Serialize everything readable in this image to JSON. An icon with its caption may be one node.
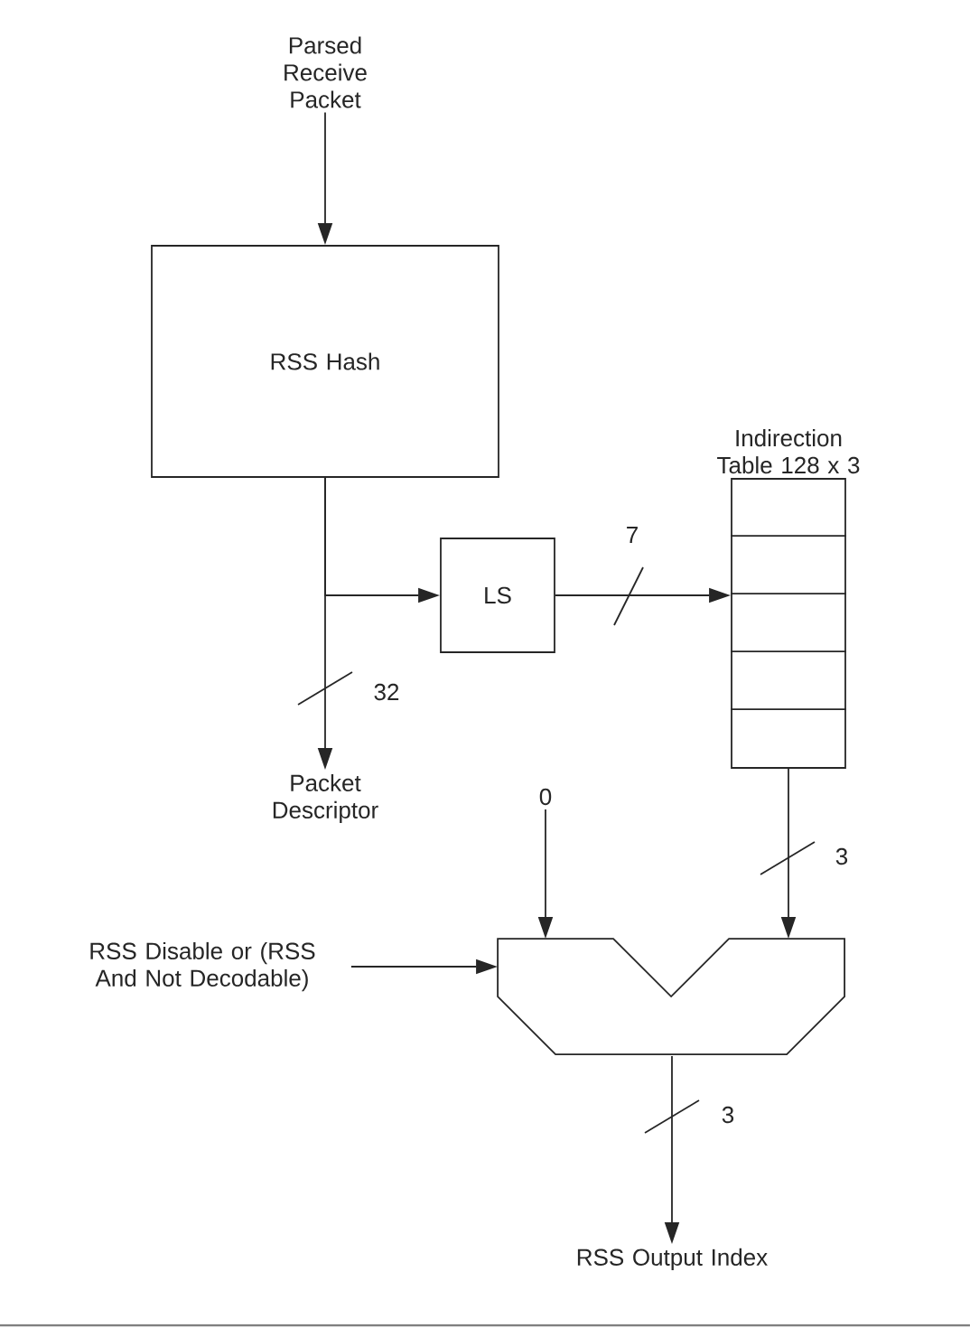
{
  "diagram": {
    "nodes": [
      {
        "text": [
          "Parsed Receive Packet"
        ]
      },
      {
        "text": [
          "RSS Hash"
        ]
      },
      {
        "text": [
          "LS"
        ]
      },
      {
        "text": [
          "Indirection Table 128 x 3"
        ]
      },
      {
        "text": [
          "Packet Descriptor"
        ]
      },
      {
        "text": [
          "0"
        ]
      },
      {
        "text": [
          "RSS Disable or (RSS And Not Decodable)"
        ]
      },
      {
        "text": [],
        "shape": "mux"
      },
      {
        "text": [
          "RSS Output Index"
        ]
      }
    ],
    "edges": [
      {
        "from": 0,
        "to": 1,
        "arrow": "to"
      },
      {
        "from": 1,
        "to": 2,
        "arrow": "to"
      },
      {
        "from": 1,
        "to": 4,
        "arrow": "to",
        "label": "32"
      },
      {
        "from": 2,
        "to": 3,
        "arrow": "to",
        "label": "7"
      },
      {
        "from": 3,
        "to": 7,
        "arrow": "to",
        "label": "3"
      },
      {
        "from": 5,
        "to": 7,
        "arrow": "to"
      },
      {
        "from": 6,
        "to": 7,
        "arrow": "to"
      },
      {
        "from": 7,
        "to": 8,
        "arrow": "to",
        "label": "3"
      }
    ]
  }
}
